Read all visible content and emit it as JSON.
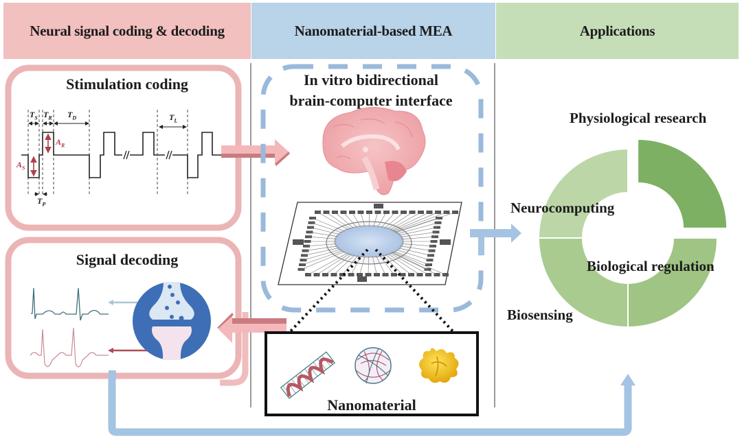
{
  "headers": {
    "coding": "Neural signal coding & decoding",
    "mea": "Nanomaterial-based MEA",
    "applications": "Applications"
  },
  "stimulation": {
    "title": "Stimulation coding",
    "labels": {
      "ts": "T",
      "ts_sub": "S",
      "tr": "T",
      "tr_sub": "R",
      "td": "T",
      "td_sub": "D",
      "tl": "T",
      "tl_sub": "L",
      "tp": "T",
      "tp_sub": "P",
      "ar": "A",
      "ar_sub": "R",
      "as": "A",
      "as_sub": "S"
    }
  },
  "decoding": {
    "title": "Signal decoding"
  },
  "bci": {
    "title_line1": "In vitro bidirectional",
    "title_line2": "brain-computer interface"
  },
  "nanomaterial": {
    "label": "Nanomaterial"
  },
  "chart_data": {
    "type": "pie",
    "variant": "donut",
    "title": "",
    "categories": [
      "Physiological research",
      "Biological regulation",
      "Biosensing",
      "Neurocomputing"
    ],
    "values": [
      25,
      25,
      25,
      25
    ],
    "exploded": [
      "Physiological research"
    ],
    "colors": [
      "#7db063",
      "#9fc484",
      "#a9cb90",
      "#bcd6a8"
    ],
    "legend": "none"
  },
  "colors": {
    "pink_header": "#f2c0bf",
    "blue_header": "#b9d3e8",
    "green_header": "#c5deb7",
    "panel_border": "#ebb5b5",
    "dashed_blue": "#9ab9db",
    "flow_arrow_blue": "#a5c3e2",
    "synapse_blue": "#3e6fb6"
  }
}
